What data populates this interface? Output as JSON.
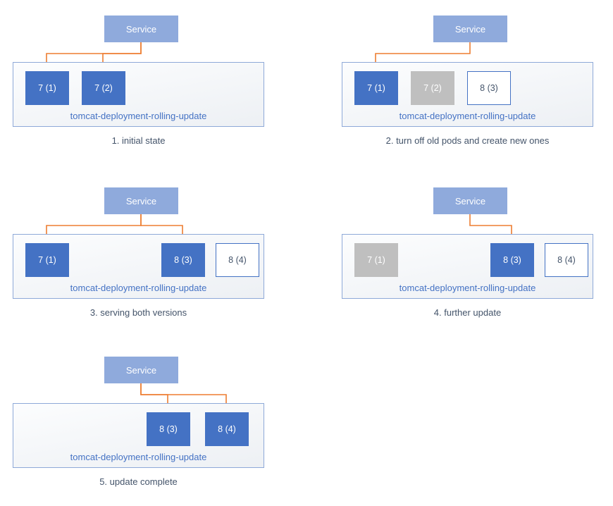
{
  "colors": {
    "service_fill": "#8faadc",
    "pod_active_fill": "#4472c4",
    "pod_terminated_fill": "#bfbfbf",
    "pod_pending_border": "#4472c4",
    "arrow": "#ed7d31",
    "deployment_border": "#8ea9d8",
    "deployment_label_color": "#4472c4",
    "caption_color": "#44546a"
  },
  "stages": [
    {
      "caption": "1. initial state",
      "service_label": "Service",
      "deployment_label": "tomcat-deployment-rolling-update",
      "pods": [
        {
          "label": "7 (1)",
          "state": "active"
        },
        {
          "label": "7 (2)",
          "state": "active"
        }
      ],
      "service_routes_to": [
        "7 (1)",
        "7 (2)"
      ]
    },
    {
      "caption": "2. turn off old pods and create new ones",
      "service_label": "Service",
      "deployment_label": "tomcat-deployment-rolling-update",
      "pods": [
        {
          "label": "7 (1)",
          "state": "active"
        },
        {
          "label": "7 (2)",
          "state": "terminated"
        },
        {
          "label": "8 (3)",
          "state": "pending"
        }
      ],
      "service_routes_to": [
        "7 (1)"
      ]
    },
    {
      "caption": "3. serving both versions",
      "service_label": "Service",
      "deployment_label": "tomcat-deployment-rolling-update",
      "pods": [
        {
          "label": "7 (1)",
          "state": "active"
        },
        {
          "label": "8 (3)",
          "state": "active"
        },
        {
          "label": "8 (4)",
          "state": "pending"
        }
      ],
      "service_routes_to": [
        "7 (1)",
        "8 (3)"
      ]
    },
    {
      "caption": "4. further update",
      "service_label": "Service",
      "deployment_label": "tomcat-deployment-rolling-update",
      "pods": [
        {
          "label": "7 (1)",
          "state": "terminated"
        },
        {
          "label": "8 (3)",
          "state": "active"
        },
        {
          "label": "8 (4)",
          "state": "pending"
        }
      ],
      "service_routes_to": [
        "8 (3)"
      ]
    },
    {
      "caption": "5. update complete",
      "service_label": "Service",
      "deployment_label": "tomcat-deployment-rolling-update",
      "pods": [
        {
          "label": "8 (3)",
          "state": "active"
        },
        {
          "label": "8 (4)",
          "state": "active"
        }
      ],
      "service_routes_to": [
        "8 (3)",
        "8 (4)"
      ]
    }
  ]
}
